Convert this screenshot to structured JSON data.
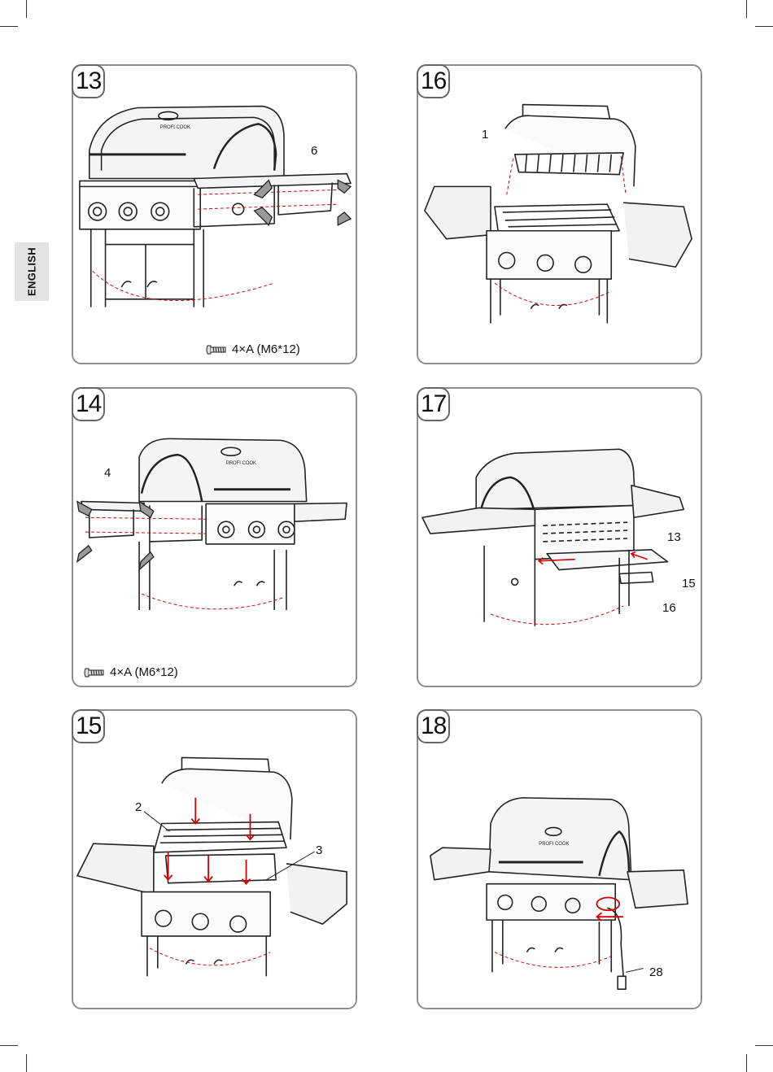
{
  "language_tab": "ENGLISH",
  "panels": {
    "p13": {
      "step": "13",
      "part": "6",
      "screw": "4×A (M6*12)",
      "logo": "PROFI COOK"
    },
    "p14": {
      "step": "14",
      "part": "4",
      "screw": "4×A (M6*12)",
      "logo": "PROFI COOK"
    },
    "p15": {
      "step": "15",
      "part_a": "2",
      "part_b": "3"
    },
    "p16": {
      "step": "16",
      "part": "1"
    },
    "p17": {
      "step": "17",
      "part_a": "13",
      "part_b": "15",
      "part_c": "16"
    },
    "p18": {
      "step": "18",
      "part": "28",
      "logo": "PROFI COOK"
    }
  },
  "colors": {
    "line": "#222222",
    "accent": "#d40000",
    "border": "#8e8e8e",
    "tab": "#e3e3e3"
  }
}
